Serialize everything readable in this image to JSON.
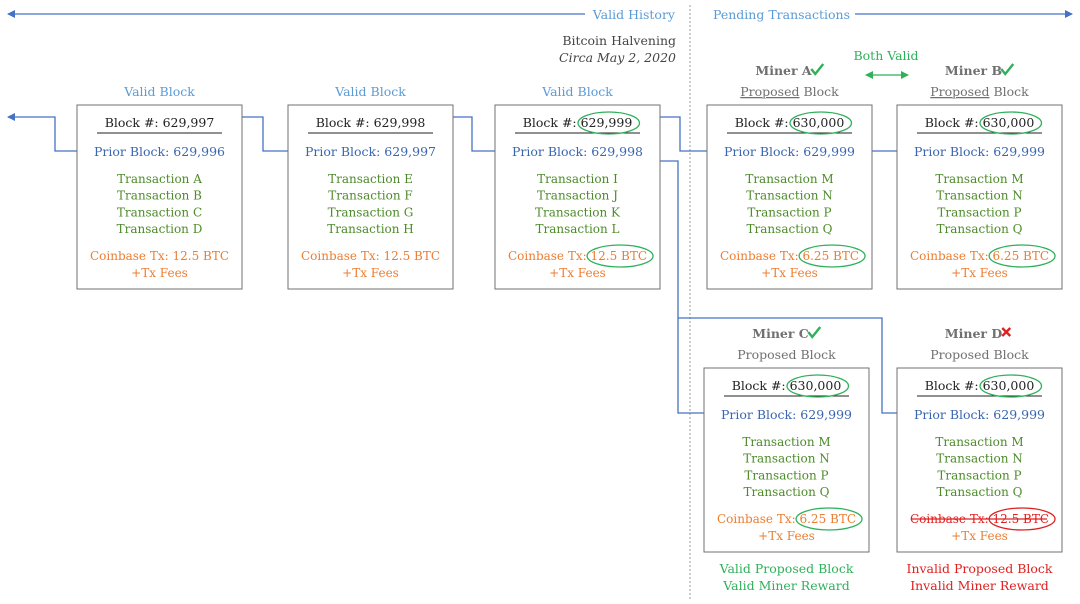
{
  "header": {
    "valid_history": "Valid History",
    "pending_transactions": "Pending Transactions"
  },
  "halvening": {
    "line1": "Bitcoin Halvening",
    "line2": "Circa May 2, 2020"
  },
  "both_valid": "Both Valid",
  "colors": {
    "arrow": "#4472c4",
    "header_blue": "#5b9bd5",
    "prior_blue": "#3a66b0",
    "tx_green": "#4d8b2a",
    "coinbase_orange": "#ec7d31",
    "valid_green": "#2fb05a",
    "invalid_red": "#e02020"
  },
  "blocks": [
    {
      "label": "Valid Block",
      "number_prefix": "Block #: ",
      "number": "629,997",
      "prior": "Prior Block: 629,996",
      "transactions": [
        "Transaction A",
        "Transaction B",
        "Transaction C",
        "Transaction D"
      ],
      "coinbase_prefix": "Coinbase Tx: ",
      "coinbase_value": "12.5 BTC",
      "fees": "+Tx Fees"
    },
    {
      "label": "Valid Block",
      "number_prefix": "Block #: ",
      "number": "629,998",
      "prior": "Prior Block: 629,997",
      "transactions": [
        "Transaction E",
        "Transaction F",
        "Transaction G",
        "Transaction H"
      ],
      "coinbase_prefix": "Coinbase Tx: ",
      "coinbase_value": "12.5 BTC",
      "fees": "+Tx Fees"
    },
    {
      "label": "Valid Block",
      "number_prefix": "Block #: ",
      "number": "629,999",
      "prior": "Prior Block: 629,998",
      "transactions": [
        "Transaction I",
        "Transaction J",
        "Transaction K",
        "Transaction L"
      ],
      "coinbase_prefix": "Coinbase Tx: ",
      "coinbase_value": "12.5 BTC",
      "fees": "+Tx Fees"
    },
    {
      "miner": "Miner A",
      "proposed_underline": "Proposed",
      "proposed_rest": " Block",
      "number_prefix": "Block #: ",
      "number": "630,000",
      "prior": "Prior Block: 629,999",
      "transactions": [
        "Transaction M",
        "Transaction N",
        "Transaction P",
        "Transaction Q"
      ],
      "coinbase_prefix": "Coinbase Tx: ",
      "coinbase_value": "6.25 BTC",
      "fees": "+Tx Fees",
      "status": "valid"
    },
    {
      "miner": "Miner B",
      "proposed_underline": "Proposed",
      "proposed_rest": " Block",
      "number_prefix": "Block #: ",
      "number": "630,000",
      "prior": "Prior Block: 629,999",
      "transactions": [
        "Transaction M",
        "Transaction N",
        "Transaction P",
        "Transaction Q"
      ],
      "coinbase_prefix": "Coinbase Tx: ",
      "coinbase_value": "6.25 BTC",
      "fees": "+Tx Fees",
      "status": "valid"
    },
    {
      "miner": "Miner C",
      "proposed": "Proposed Block",
      "number_prefix": "Block #: ",
      "number": "630,000",
      "prior": "Prior Block: 629,999",
      "transactions": [
        "Transaction M",
        "Transaction N",
        "Transaction P",
        "Transaction Q"
      ],
      "coinbase_prefix": "Coinbase Tx: ",
      "coinbase_value": "6.25 BTC",
      "fees": "+Tx Fees",
      "status": "valid",
      "footer1": "Valid Proposed Block",
      "footer2": "Valid Miner Reward"
    },
    {
      "miner": "Miner D",
      "proposed": "Proposed Block",
      "number_prefix": "Block #: ",
      "number": "630,000",
      "prior": "Prior Block: 629,999",
      "transactions": [
        "Transaction M",
        "Transaction N",
        "Transaction P",
        "Transaction Q"
      ],
      "coinbase_prefix": "Coinbase Tx: ",
      "coinbase_value": "12.5 BTC",
      "fees": "+Tx Fees",
      "status": "invalid",
      "footer1": "Invalid Proposed Block",
      "footer2": "Invalid Miner Reward"
    }
  ],
  "icons": {
    "valid": "check-icon",
    "invalid": "cross-icon"
  }
}
